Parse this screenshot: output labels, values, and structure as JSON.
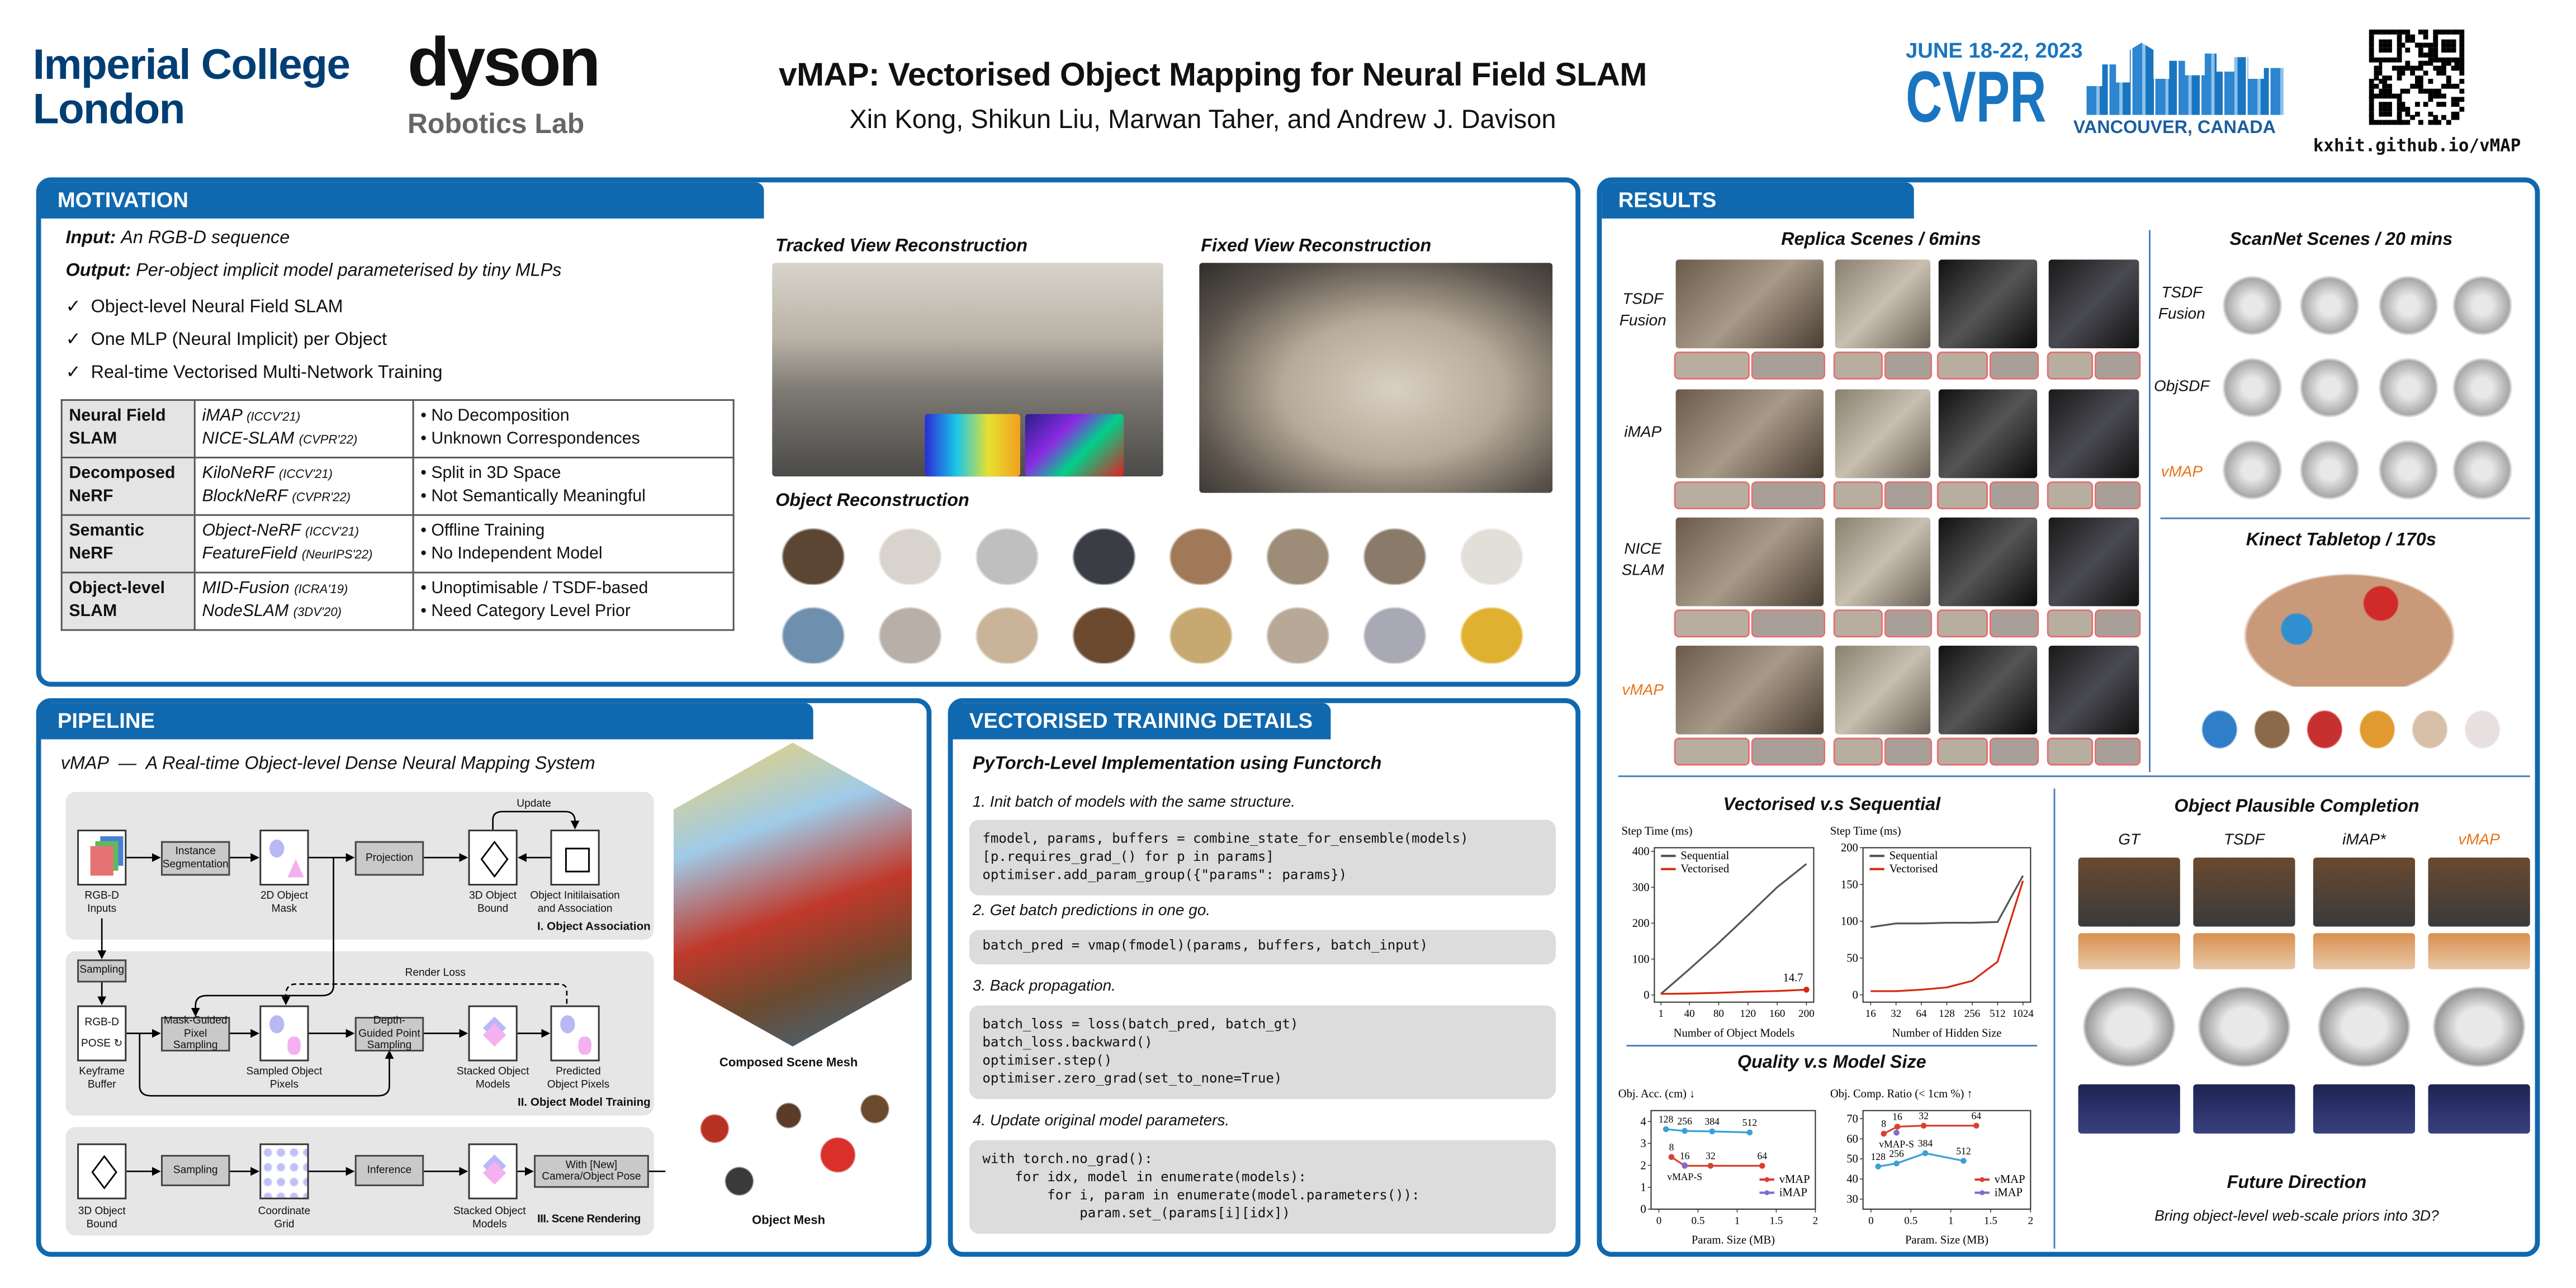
{
  "header": {
    "institution_logo": "Imperial College London",
    "institution_line1": "Imperial College",
    "institution_line2": "London",
    "lab_logo": "dyson",
    "lab_name": "Robotics Lab",
    "title": "vMAP: Vectorised Object Mapping for Neural Field SLAM",
    "authors": "Xin Kong, Shikun Liu, Marwan Taher, and Andrew J. Davison",
    "conference_dates": "JUNE 18-22, 2023",
    "conference_name": "CVPR",
    "conference_location": "VANCOUVER, CANADA",
    "project_url": "kxhit.github.io/vMAP"
  },
  "colors": {
    "accent": "#1068ae",
    "vmap_orange": "#e8731a",
    "vectorised_red": "#d62a0e",
    "sequential_gray": "#555555",
    "imap_blue": "#3aa0d8",
    "imap_purple": "#7b6fd0"
  },
  "motivation": {
    "heading": "MOTIVATION",
    "input_label": "Input:",
    "input_text": "An RGB-D sequence",
    "output_label": "Output:",
    "output_text": "Per-object implicit model parameterised by tiny MLPs",
    "checks": [
      "Object-level Neural Field SLAM",
      "One MLP (Neural Implicit) per Object",
      "Real-time Vectorised Multi-Network Training"
    ],
    "check_icon": "check-icon",
    "table": [
      {
        "category": [
          "Neural Field",
          "SLAM"
        ],
        "methods": [
          [
            "iMAP",
            "(ICCV'21)"
          ],
          [
            "NICE-SLAM",
            "(CVPR'22)"
          ]
        ],
        "issues": [
          "No Decomposition",
          "Unknown Correspondences"
        ]
      },
      {
        "category": [
          "Decomposed",
          "NeRF"
        ],
        "methods": [
          [
            "KiloNeRF",
            "(ICCV'21)"
          ],
          [
            "BlockNeRF",
            "(CVPR'22)"
          ]
        ],
        "issues": [
          "Split in 3D Space",
          "Not Semantically Meaningful"
        ]
      },
      {
        "category": [
          "Semantic",
          "NeRF"
        ],
        "methods": [
          [
            "Object-NeRF",
            "(ICCV'21)"
          ],
          [
            "FeatureField",
            "(NeurIPS'22)"
          ]
        ],
        "issues": [
          "Offline Training",
          "No Independent Model"
        ]
      },
      {
        "category": [
          "Object-level",
          "SLAM"
        ],
        "methods": [
          [
            "MID-Fusion",
            "(ICRA'19)"
          ],
          [
            "NodeSLAM",
            "(3DV'20)"
          ]
        ],
        "issues": [
          "Unoptimisable / TSDF-based",
          "Need Category Level Prior"
        ]
      }
    ],
    "tracked_view_title": "Tracked View Reconstruction",
    "fixed_view_title": "Fixed View Reconstruction",
    "object_recon_title": "Object Reconstruction"
  },
  "pipeline": {
    "heading": "PIPELINE",
    "subtitle": "vMAP  —  A Real-time Object-level Dense Neural Mapping System",
    "stage1": {
      "title": "I. Object Association",
      "rgbd_inputs": "RGB-D Inputs",
      "instance_seg": "Instance Segmentation",
      "mask_2d": "2D Object Mask",
      "projection": "Projection",
      "bound_3d": "3D Object Bound",
      "obj_init": "Object Initilaisation and Association",
      "update": "Update"
    },
    "stage2": {
      "title": "II. Object Model Training",
      "sampling": "Sampling",
      "rgbd": "RGB-D",
      "pose": "POSE",
      "keyframe_buffer": "Keyframe Buffer",
      "mask_guided": "Mask-Guided Pixel Sampling",
      "sampled_pixels": "Sampled Object Pixels",
      "depth_guided": "Depth-Guided Point Sampling",
      "stacked_models": "Stacked Object Models",
      "predicted_pixels": "Predicted Object Pixels",
      "render_loss": "Render Loss"
    },
    "stage3": {
      "title": "III. Scene Rendering",
      "bound_3d": "3D Object Bound",
      "sampling": "Sampling",
      "coord_grid": "Coordinate Grid",
      "inference": "Inference",
      "stacked_models": "Stacked Object Models",
      "new_pose": "With [New] Camera/Object Pose"
    },
    "composed_mesh": "Composed Scene Mesh",
    "object_mesh": "Object Mesh"
  },
  "training": {
    "heading": "VECTORISED TRAINING DETAILS",
    "subtitle": "PyTorch-Level Implementation using Functorch",
    "steps": [
      {
        "label": "1. Init batch of models with the same structure.",
        "code": "fmodel, params, buffers = combine_state_for_ensemble(models)\n[p.requires_grad_() for p in params]\noptimiser.add_param_group({\"params\": params})"
      },
      {
        "label": "2. Get batch predictions in one go.",
        "code": "batch_pred = vmap(fmodel)(params, buffers, batch_input)"
      },
      {
        "label": "3. Back propagation.",
        "code": "batch_loss = loss(batch_pred, batch_gt)\nbatch_loss.backward()\noptimiser.step()\noptimiser.zero_grad(set_to_none=True)"
      },
      {
        "label": "4. Update original model parameters.",
        "code": "with torch.no_grad():\n    for idx, model in enumerate(models):\n        for i, param in enumerate(model.parameters()):\n            param.set_(params[i][idx])"
      }
    ]
  },
  "results": {
    "heading": "RESULTS",
    "replica_title": "Replica Scenes / 6mins",
    "replica_rows": [
      "TSDF Fusion",
      "iMAP",
      "NICE SLAM",
      "vMAP"
    ],
    "scannet_title": "ScanNet Scenes / 20 mins",
    "scannet_rows": [
      "TSDF Fusion",
      "ObjSDF",
      "vMAP"
    ],
    "kinect_title": "Kinect Tabletop / 170s",
    "vec_title": "Vectorised v.s Sequential",
    "quality_title": "Quality v.s Model Size",
    "completion_title": "Object Plausible Completion",
    "completion_cols": [
      "GT",
      "TSDF",
      "iMAP*",
      "vMAP"
    ],
    "future_title": "Future Direction",
    "future_text": "Bring object-level web-scale priors into 3D?"
  },
  "chart_data": [
    {
      "type": "line",
      "title": "Vectorised v.s Sequential",
      "ylabel": "Step Time (ms)",
      "xlabel": "Number of Object Models",
      "xlim": [
        -8,
        210
      ],
      "ylim": [
        -20,
        410
      ],
      "xticks": [
        1,
        40,
        80,
        120,
        160,
        200
      ],
      "xtick_labels": [
        "1",
        "40",
        "80",
        "120",
        "160",
        "200"
      ],
      "yticks": [
        0,
        100,
        200,
        300,
        400
      ],
      "ytick_labels": [
        "0",
        "100",
        "200",
        "300",
        "400"
      ],
      "series": [
        {
          "name": "Sequential",
          "color": "#555555",
          "x": [
            1,
            40,
            80,
            120,
            160,
            200
          ],
          "values": [
            3,
            72,
            145,
            222,
            300,
            365
          ],
          "markers": false
        },
        {
          "name": "Vectorised",
          "color": "#d62a0e",
          "x": [
            1,
            40,
            80,
            120,
            160,
            200
          ],
          "values": [
            3,
            4,
            6,
            9,
            11,
            14.7
          ],
          "markers": false
        }
      ],
      "legend": [
        {
          "label": "Sequential",
          "color": "#555555"
        },
        {
          "label": "Vectorised",
          "color": "#d62a0e"
        }
      ],
      "legend_position": "top-left",
      "annotations": [
        {
          "text": "14.7",
          "x": 200,
          "y": 14.7
        }
      ]
    },
    {
      "type": "line",
      "title": "Vectorised v.s Sequential",
      "ylabel": "Step Time (ms)",
      "xlabel": "Number of Hidden Size",
      "xlim": [
        -0.3,
        6.3
      ],
      "ylim": [
        -10,
        200
      ],
      "xticks": [
        0,
        1,
        2,
        3,
        4,
        5,
        6
      ],
      "xtick_labels": [
        "16",
        "32",
        "64",
        "128",
        "256",
        "512",
        "1024"
      ],
      "yticks": [
        0,
        50,
        100,
        150,
        200
      ],
      "ytick_labels": [
        "0",
        "50",
        "100",
        "150",
        "200"
      ],
      "categories": [
        "16",
        "32",
        "64",
        "128",
        "256",
        "512",
        "1024"
      ],
      "series": [
        {
          "name": "Sequential",
          "color": "#555555",
          "x": [
            0,
            1,
            2,
            3,
            4,
            5,
            6
          ],
          "values": [
            92,
            97,
            97,
            98,
            98,
            99,
            162
          ],
          "markers": false
        },
        {
          "name": "Vectorised",
          "color": "#d62a0e",
          "x": [
            0,
            1,
            2,
            3,
            4,
            5,
            6
          ],
          "values": [
            5,
            5,
            7,
            10,
            19,
            45,
            155
          ],
          "markers": false
        }
      ],
      "legend": [
        {
          "label": "Sequential",
          "color": "#555555"
        },
        {
          "label": "Vectorised",
          "color": "#d62a0e"
        }
      ],
      "legend_position": "top-left",
      "annotations": []
    },
    {
      "type": "line",
      "title": "Quality v.s Model Size",
      "ylabel": "Obj. Acc. (cm) ↓",
      "xlabel": "Param. Size (MB)",
      "xlim": [
        -0.1,
        2
      ],
      "ylim": [
        0,
        4.5
      ],
      "xticks": [
        0,
        0.5,
        1,
        1.5,
        2
      ],
      "xtick_labels": [
        "0",
        "0.5",
        "1",
        "1.5",
        "2"
      ],
      "yticks": [
        0,
        1,
        2,
        3,
        4
      ],
      "ytick_labels": [
        "0",
        "1",
        "2",
        "3",
        "4"
      ],
      "series": [
        {
          "name": "iMAP",
          "color": "#3aa0d8",
          "x": [
            0.09,
            0.33,
            0.68,
            1.16
          ],
          "values": [
            3.65,
            3.57,
            3.55,
            3.5
          ],
          "markers": true,
          "point_labels": [
            "128",
            "256",
            "384",
            "512"
          ],
          "label_pos": "above"
        },
        {
          "name": "vMAP",
          "color": "#d9412f",
          "x": [
            0.16,
            0.33,
            0.66,
            1.32
          ],
          "values": [
            2.38,
            1.98,
            1.98,
            1.98
          ],
          "markers": true,
          "point_labels": [
            "8",
            "16",
            "32",
            "64"
          ],
          "label_pos": "above"
        },
        {
          "name": "vMAP-S",
          "color": "#7b6fd0",
          "x": [
            0.33
          ],
          "values": [
            2.0
          ],
          "markers": true,
          "point_labels": [
            "vMAP-S"
          ],
          "label_pos": "below"
        }
      ],
      "legend": [
        {
          "label": "vMAP",
          "color": "#d9412f"
        },
        {
          "label": "iMAP",
          "color": "#7b6fd0"
        }
      ],
      "legend_position": "bottom-right",
      "annotations": []
    },
    {
      "type": "line",
      "title": "Quality v.s Model Size",
      "ylabel": "Obj. Comp. Ratio (< 1cm %) ↑",
      "xlabel": "Param. Size (MB)",
      "xlim": [
        -0.1,
        2
      ],
      "ylim": [
        25,
        74
      ],
      "xticks": [
        0,
        0.5,
        1,
        1.5,
        2
      ],
      "xtick_labels": [
        "0",
        "0.5",
        "1",
        "1.5",
        "2"
      ],
      "yticks": [
        30,
        40,
        50,
        60,
        70
      ],
      "ytick_labels": [
        "30",
        "40",
        "50",
        "60",
        "70"
      ],
      "series": [
        {
          "name": "vMAP",
          "color": "#d9412f",
          "x": [
            0.16,
            0.33,
            0.66,
            1.32
          ],
          "values": [
            62.5,
            66,
            66.5,
            66.5
          ],
          "markers": true,
          "point_labels": [
            "8",
            "16",
            "32",
            "64"
          ],
          "label_pos": "above"
        },
        {
          "name": "vMAP-S",
          "color": "#7b6fd0",
          "x": [
            0.32
          ],
          "values": [
            63
          ],
          "markers": true,
          "point_labels": [
            "vMAP-S"
          ],
          "label_pos": "below"
        },
        {
          "name": "iMAP",
          "color": "#3aa0d8",
          "x": [
            0.09,
            0.32,
            0.68,
            1.16
          ],
          "values": [
            46.2,
            47.7,
            52.8,
            49
          ],
          "markers": true,
          "point_labels": [
            "128",
            "256",
            "384",
            "512"
          ],
          "label_pos": "above"
        }
      ],
      "legend": [
        {
          "label": "vMAP",
          "color": "#d9412f"
        },
        {
          "label": "iMAP",
          "color": "#7b6fd0"
        }
      ],
      "legend_position": "bottom-right",
      "annotations": []
    }
  ]
}
